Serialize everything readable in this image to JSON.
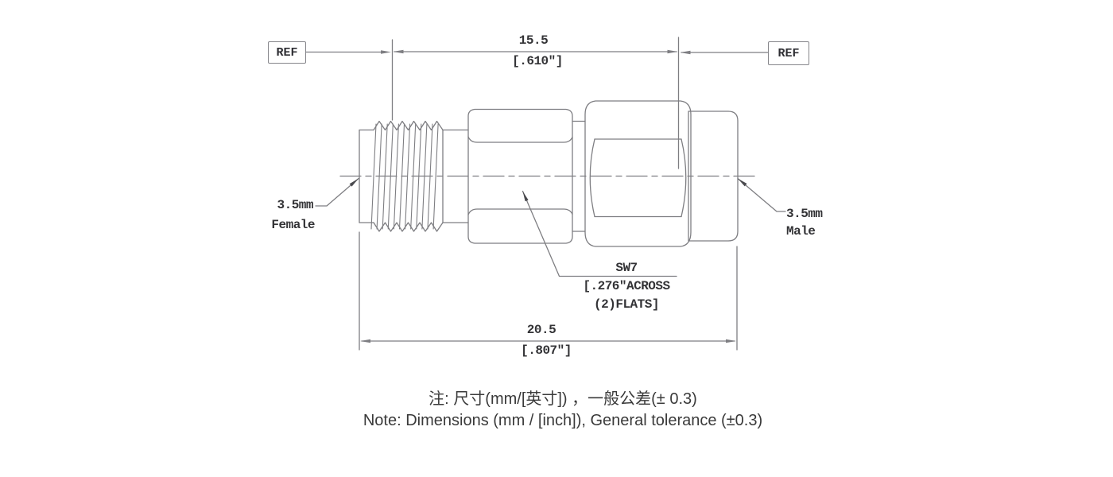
{
  "page": {
    "background": "#ffffff"
  },
  "drawing": {
    "colors": {
      "line": "#7e7e82",
      "text": "#333336"
    },
    "ref_labels": {
      "left": "REF",
      "right": "REF"
    },
    "dimensions": {
      "top": {
        "mm": "15.5",
        "inch": "[.610″]"
      },
      "overall": {
        "mm": "20.5",
        "inch": "[.807″]"
      }
    },
    "connector_labels": {
      "female": {
        "size": "3.5mm",
        "gender": "Female"
      },
      "male": {
        "size": "3.5mm",
        "gender": "Male"
      }
    },
    "hex_annotation": {
      "wrench_size": "SW7",
      "inch_line": "[.276″ACROSS",
      "flats_line": "(2)FLATS]"
    }
  },
  "notes": {
    "zh": "注: 尺寸(mm/[英寸]) ，一般公差(± 0.3)",
    "en": "Note: Dimensions (mm / [inch]), General tolerance (±0.3)"
  }
}
